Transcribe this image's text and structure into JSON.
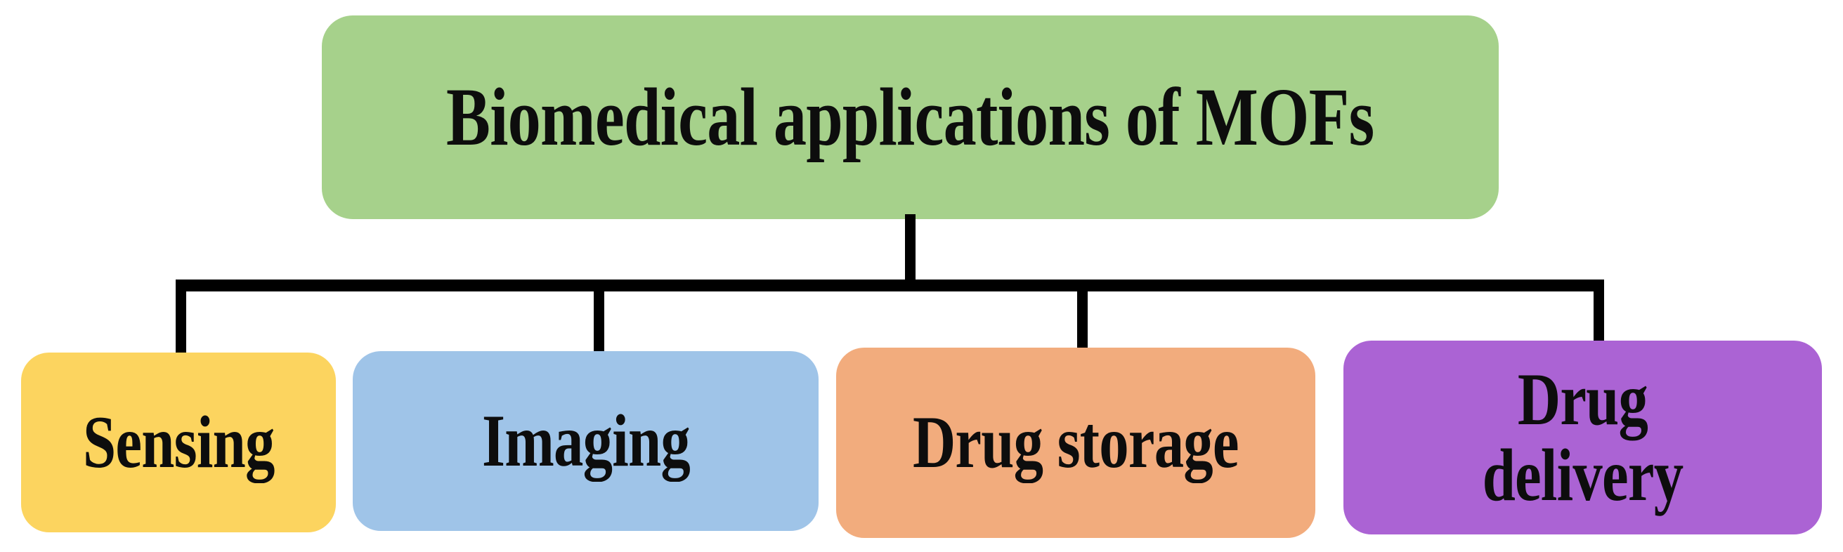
{
  "diagram": {
    "title": "Biomedical applications of MOFs",
    "type": "hierarchy-tree",
    "background_color": "#ffffff",
    "connector_color": "#000000",
    "root": {
      "label": "Biomedical applications of MOFs",
      "color": "#a6d18b",
      "text_color": "#0d0d0d"
    },
    "children": [
      {
        "label": "Sensing",
        "color": "#fcd45f",
        "text_color": "#0d0d0d"
      },
      {
        "label": "Imaging",
        "color": "#9fc4e8",
        "text_color": "#0d0d0d"
      },
      {
        "label": "Drug storage",
        "color": "#f2ac7d",
        "text_color": "#0d0d0d"
      },
      {
        "label": "Drug\ndelivery",
        "color": "#ab63d4",
        "text_color": "#0d0d0d"
      }
    ]
  }
}
